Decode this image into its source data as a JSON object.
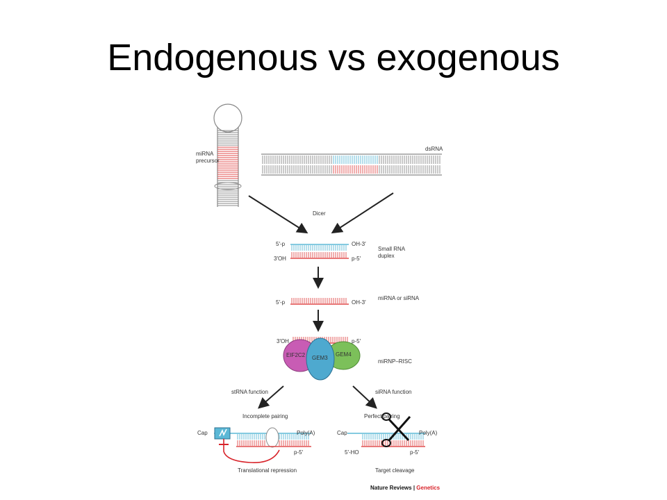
{
  "title": "Endogenous vs exogenous",
  "labels": {
    "mirna_precursor_1": "miRNA",
    "mirna_precursor_2": "precursor",
    "dsrna": "dsRNA",
    "dicer": "Dicer",
    "duplex_5p": "5′-p",
    "duplex_oh3": "OH-3′",
    "duplex_3oh": "3′OH",
    "duplex_p5": "p-5′",
    "small_rna_1": "Small RNA",
    "small_rna_2": "duplex",
    "single_5p": "5′-p",
    "single_oh3": "OH-3′",
    "mirna_or_sirna": "miRNA or siRNA",
    "risc_3oh": "3′OH",
    "risc_p5": "p-5′",
    "eif2c2": "EIF2C2",
    "gem3": "GEM3",
    "gem4": "GEM4",
    "mirnp_risc": "miRNP–RISC",
    "strna_function": "stRNA function",
    "sirna_function": "siRNA function",
    "incomplete_pairing": "Incomplete pairing",
    "perfect_pairing": "Perfect pairing",
    "cap_left": "Cap",
    "polya_left": "Poly(A)",
    "p5_left": "p-5′",
    "cap_right": "Cap",
    "polya_right": "Poly(A)",
    "ho5_right": "5′-HO",
    "p5_right": "p-5′",
    "translational_repression": "Translational repression",
    "target_cleavage": "Target cleavage",
    "credit_journal": "Nature Reviews",
    "credit_sep": " | ",
    "credit_section": "Genetics"
  },
  "colors": {
    "blue_strand": "#5bb8d6",
    "red_strand": "#e04b4b",
    "gray_line": "#888888",
    "arrow": "#222222",
    "eif2c2": "#c85cb4",
    "gem3": "#4ea9cf",
    "gem4": "#7cc05a",
    "credit_red": "#d8232a"
  }
}
